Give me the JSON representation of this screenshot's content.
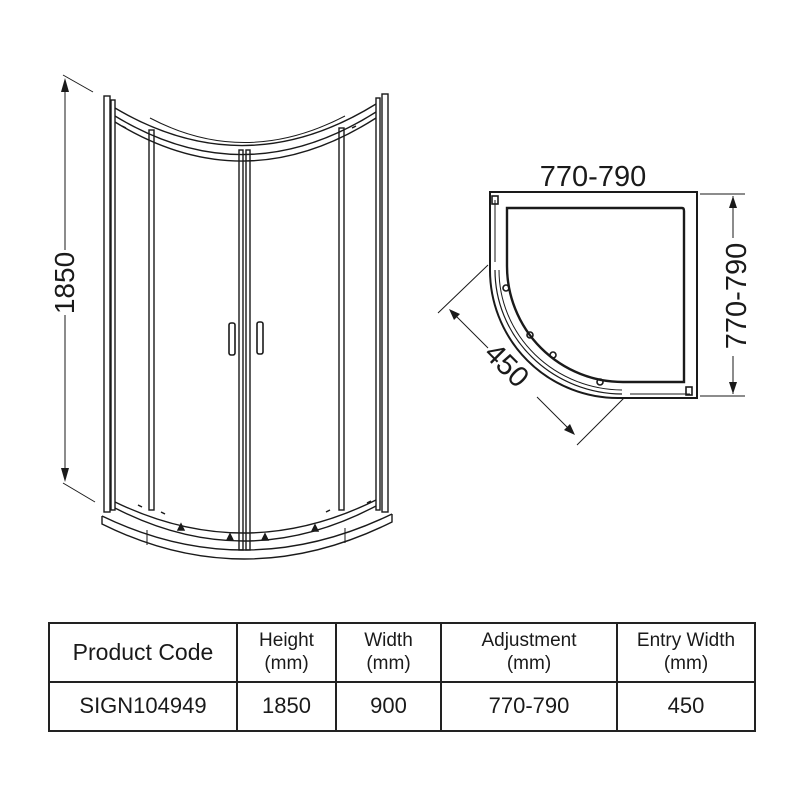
{
  "front_view": {
    "height_label": "1850"
  },
  "plan_view": {
    "top_label": "770-790",
    "side_label": "770-790",
    "entry_label": "450"
  },
  "spec_table": {
    "headers": [
      {
        "title": "Product Code",
        "unit": ""
      },
      {
        "title": "Height",
        "unit": "(mm)"
      },
      {
        "title": "Width",
        "unit": "(mm)"
      },
      {
        "title": "Adjustment",
        "unit": "(mm)"
      },
      {
        "title": "Entry Width",
        "unit": "(mm)"
      }
    ],
    "rows": [
      [
        "SIGN104949",
        "1850",
        "900",
        "770-790",
        "450"
      ]
    ]
  },
  "colors": {
    "line": "#1a1a1a",
    "background": "#ffffff"
  }
}
